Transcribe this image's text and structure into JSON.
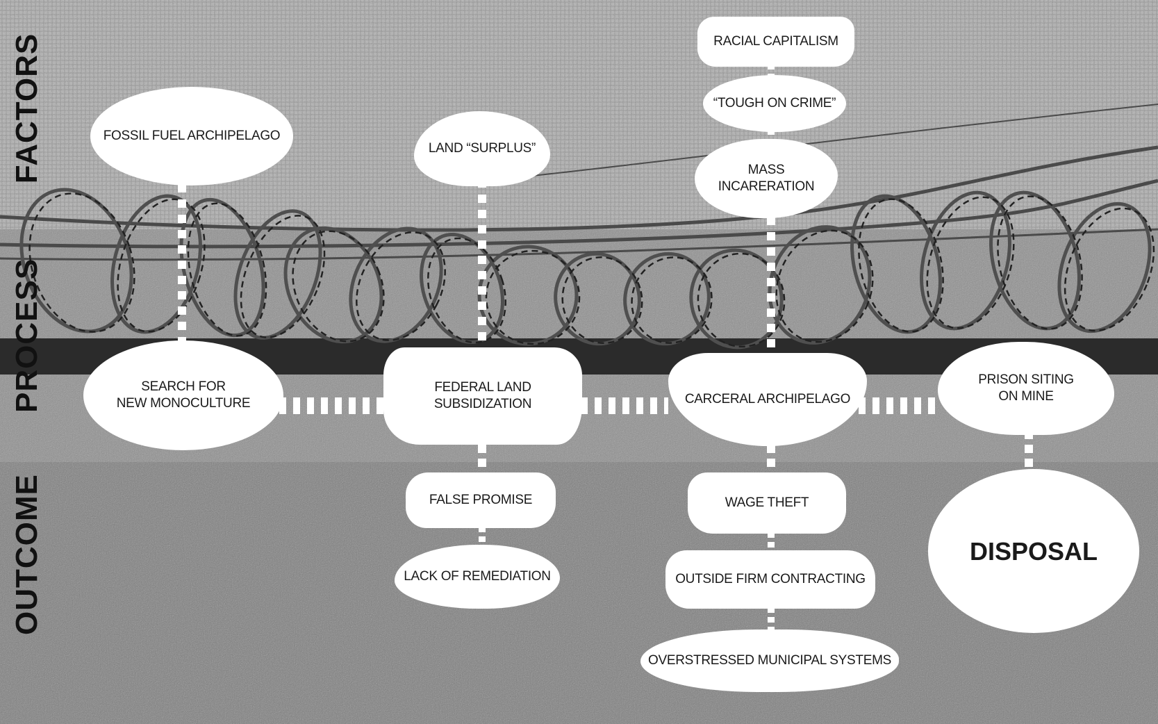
{
  "rows": {
    "factors": "FACTORS",
    "process": "PROCESS",
    "outcome": "OUTCOME"
  },
  "nodes": {
    "fossil_fuel_archipelago": "FOSSIL FUEL ARCHIPELAGO",
    "land_surplus": "LAND “SURPLUS”",
    "racial_capitalism": "RACIAL CAPITALISM",
    "tough_on_crime": "“TOUGH ON CRIME”",
    "mass_incarceration": "MASS INCARERATION",
    "search_for_new_monoculture": "SEARCH FOR\nNEW MONOCULTURE",
    "federal_land_subsidization": "FEDERAL LAND\nSUBSIDIZATION",
    "carceral_archipelago": "CARCERAL ARCHIPELAGO",
    "prison_siting_on_mine": "PRISON SITING\nON MINE",
    "false_promise": "FALSE PROMISE",
    "lack_of_remediation": "LACK OF REMEDIATION",
    "wage_theft": "WAGE THEFT",
    "outside_firm_contracting": "OUTSIDE FIRM CONTRACTING",
    "overstressed_municipal_systems": "OVERSTRESSED MUNICIPAL SYSTEMS",
    "disposal": "DISPOSAL"
  },
  "colors": {
    "factors_band": "#a9a9a9",
    "process_band": "#8e8e8e",
    "outcome_band": "#7f7f7f",
    "bar": "#2b2b2b",
    "node_fill": "#ffffff",
    "wire": "#4a4a4a"
  }
}
